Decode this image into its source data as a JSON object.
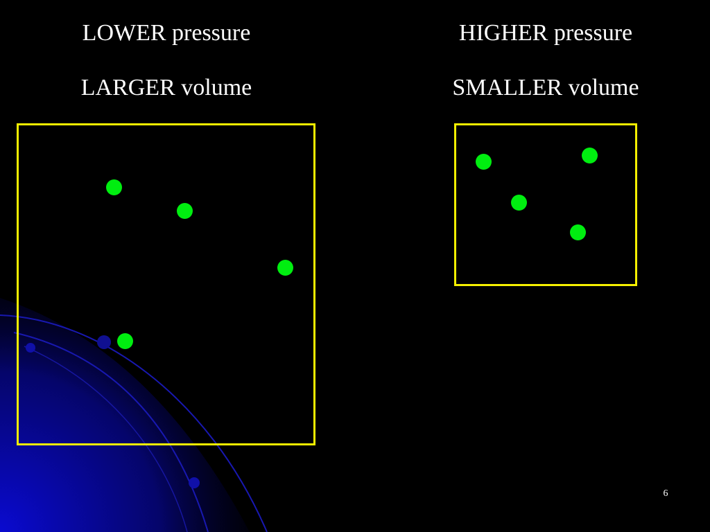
{
  "left": {
    "pressure_label": "LOWER pressure",
    "volume_label": "LARGER volume",
    "particle_count": 4
  },
  "right": {
    "pressure_label": "HIGHER pressure",
    "volume_label": "SMALLER volume",
    "particle_count": 4
  },
  "colors": {
    "background": "#000000",
    "container_border": "#f6f000",
    "particle": "#00ee10",
    "decoration": "#0a0aa0"
  },
  "slide_number": "6"
}
